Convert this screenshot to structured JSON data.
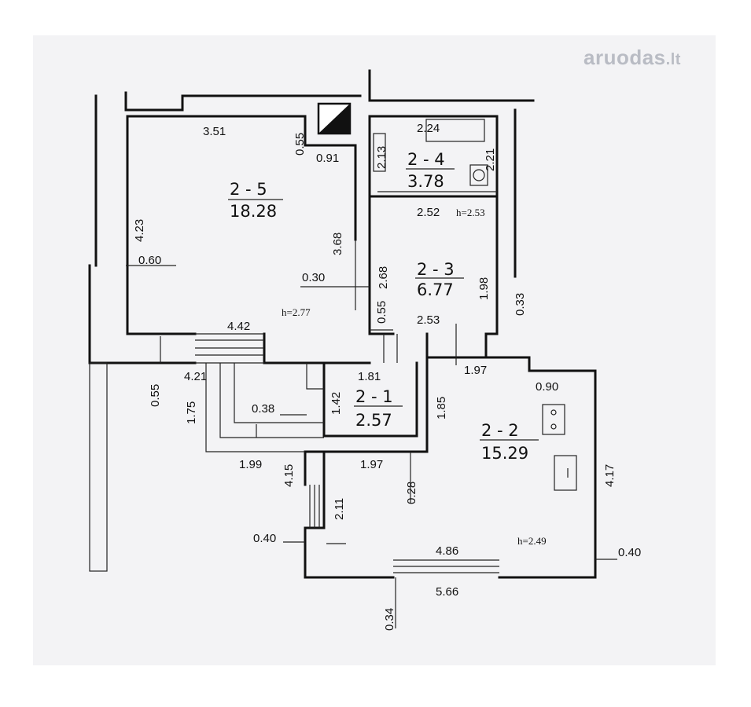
{
  "watermark": {
    "name": "aruodas",
    "tld": ".lt"
  },
  "rooms": [
    {
      "id": "2 - 5",
      "area": "18.28"
    },
    {
      "id": "2 - 4",
      "area": "3.78"
    },
    {
      "id": "2 - 3",
      "area": "6.77"
    },
    {
      "id": "2 - 1",
      "area": "2.57"
    },
    {
      "id": "2 - 2",
      "area": "15.29"
    }
  ],
  "heights": [
    "h=2.77",
    "h=2.53",
    "h=2.49"
  ],
  "dimensions": {
    "d351": "3.51",
    "d055a": "0.55",
    "d091": "0.91",
    "d423": "4.23",
    "d060": "0.60",
    "d368": "3.68",
    "d030": "0.30",
    "d268": "2.68",
    "d055b": "0.55",
    "d442": "4.42",
    "d224": "2.24",
    "d213": "2.13",
    "d221": "2.21",
    "d252": "2.52",
    "d198": "1.98",
    "d253": "2.53",
    "d033": "0.33",
    "d055c": "0.55",
    "d421": "4.21",
    "d181": "1.81",
    "d175": "1.75",
    "d142": "1.42",
    "d038": "0.38",
    "d197a": "1.97",
    "d185": "1.85",
    "d090": "0.90",
    "d199": "1.99",
    "d415": "4.15",
    "d197b": "1.97",
    "d028": "0.28",
    "d211": "2.11",
    "d417": "4.17",
    "d040a": "0.40",
    "d486": "4.86",
    "d040b": "0.40",
    "d566": "5.66",
    "d034": "0.34"
  }
}
